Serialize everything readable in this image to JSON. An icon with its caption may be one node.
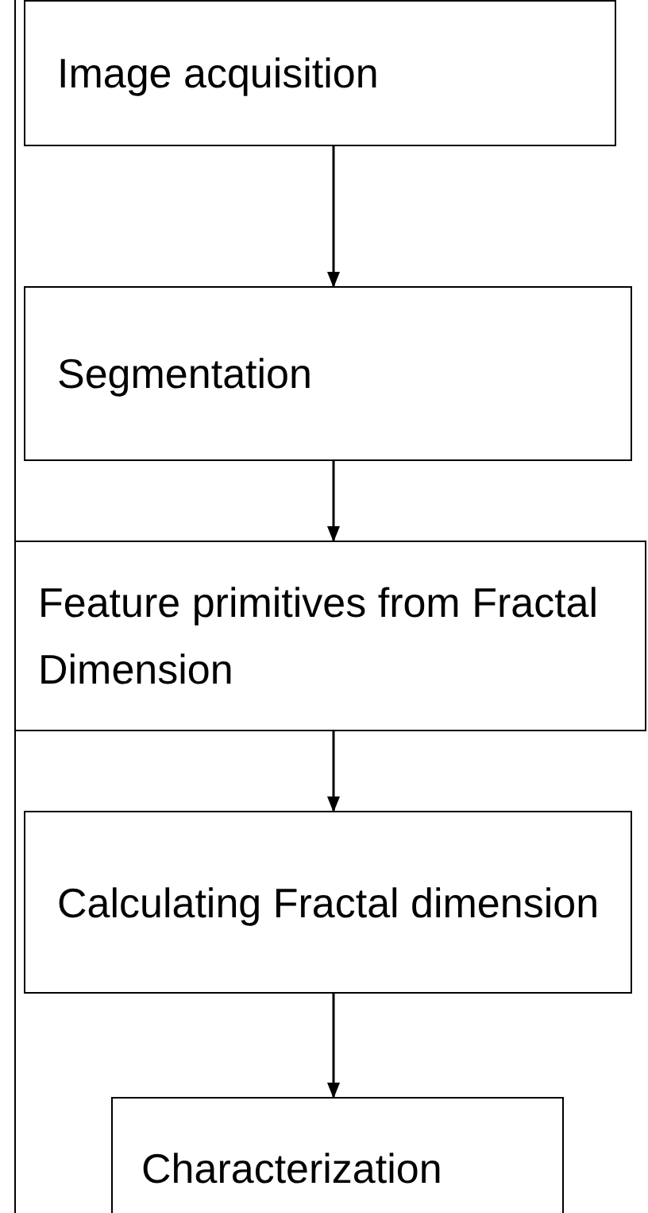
{
  "diagram": {
    "nodes": [
      {
        "text": [
          "Image acquisition"
        ]
      },
      {
        "text": [
          "Segmentation"
        ]
      },
      {
        "text": [
          "Feature primitives from Fractal Dimension"
        ]
      },
      {
        "text": [
          "Calculating Fractal dimension"
        ]
      },
      {
        "text": [
          "Characterization"
        ]
      }
    ],
    "edges": [
      {
        "from": 0,
        "to": 1,
        "arrow": "to"
      },
      {
        "from": 1,
        "to": 2,
        "arrow": "to"
      },
      {
        "from": 2,
        "to": 3,
        "arrow": "to"
      },
      {
        "from": 3,
        "to": 4,
        "arrow": "to"
      }
    ]
  }
}
